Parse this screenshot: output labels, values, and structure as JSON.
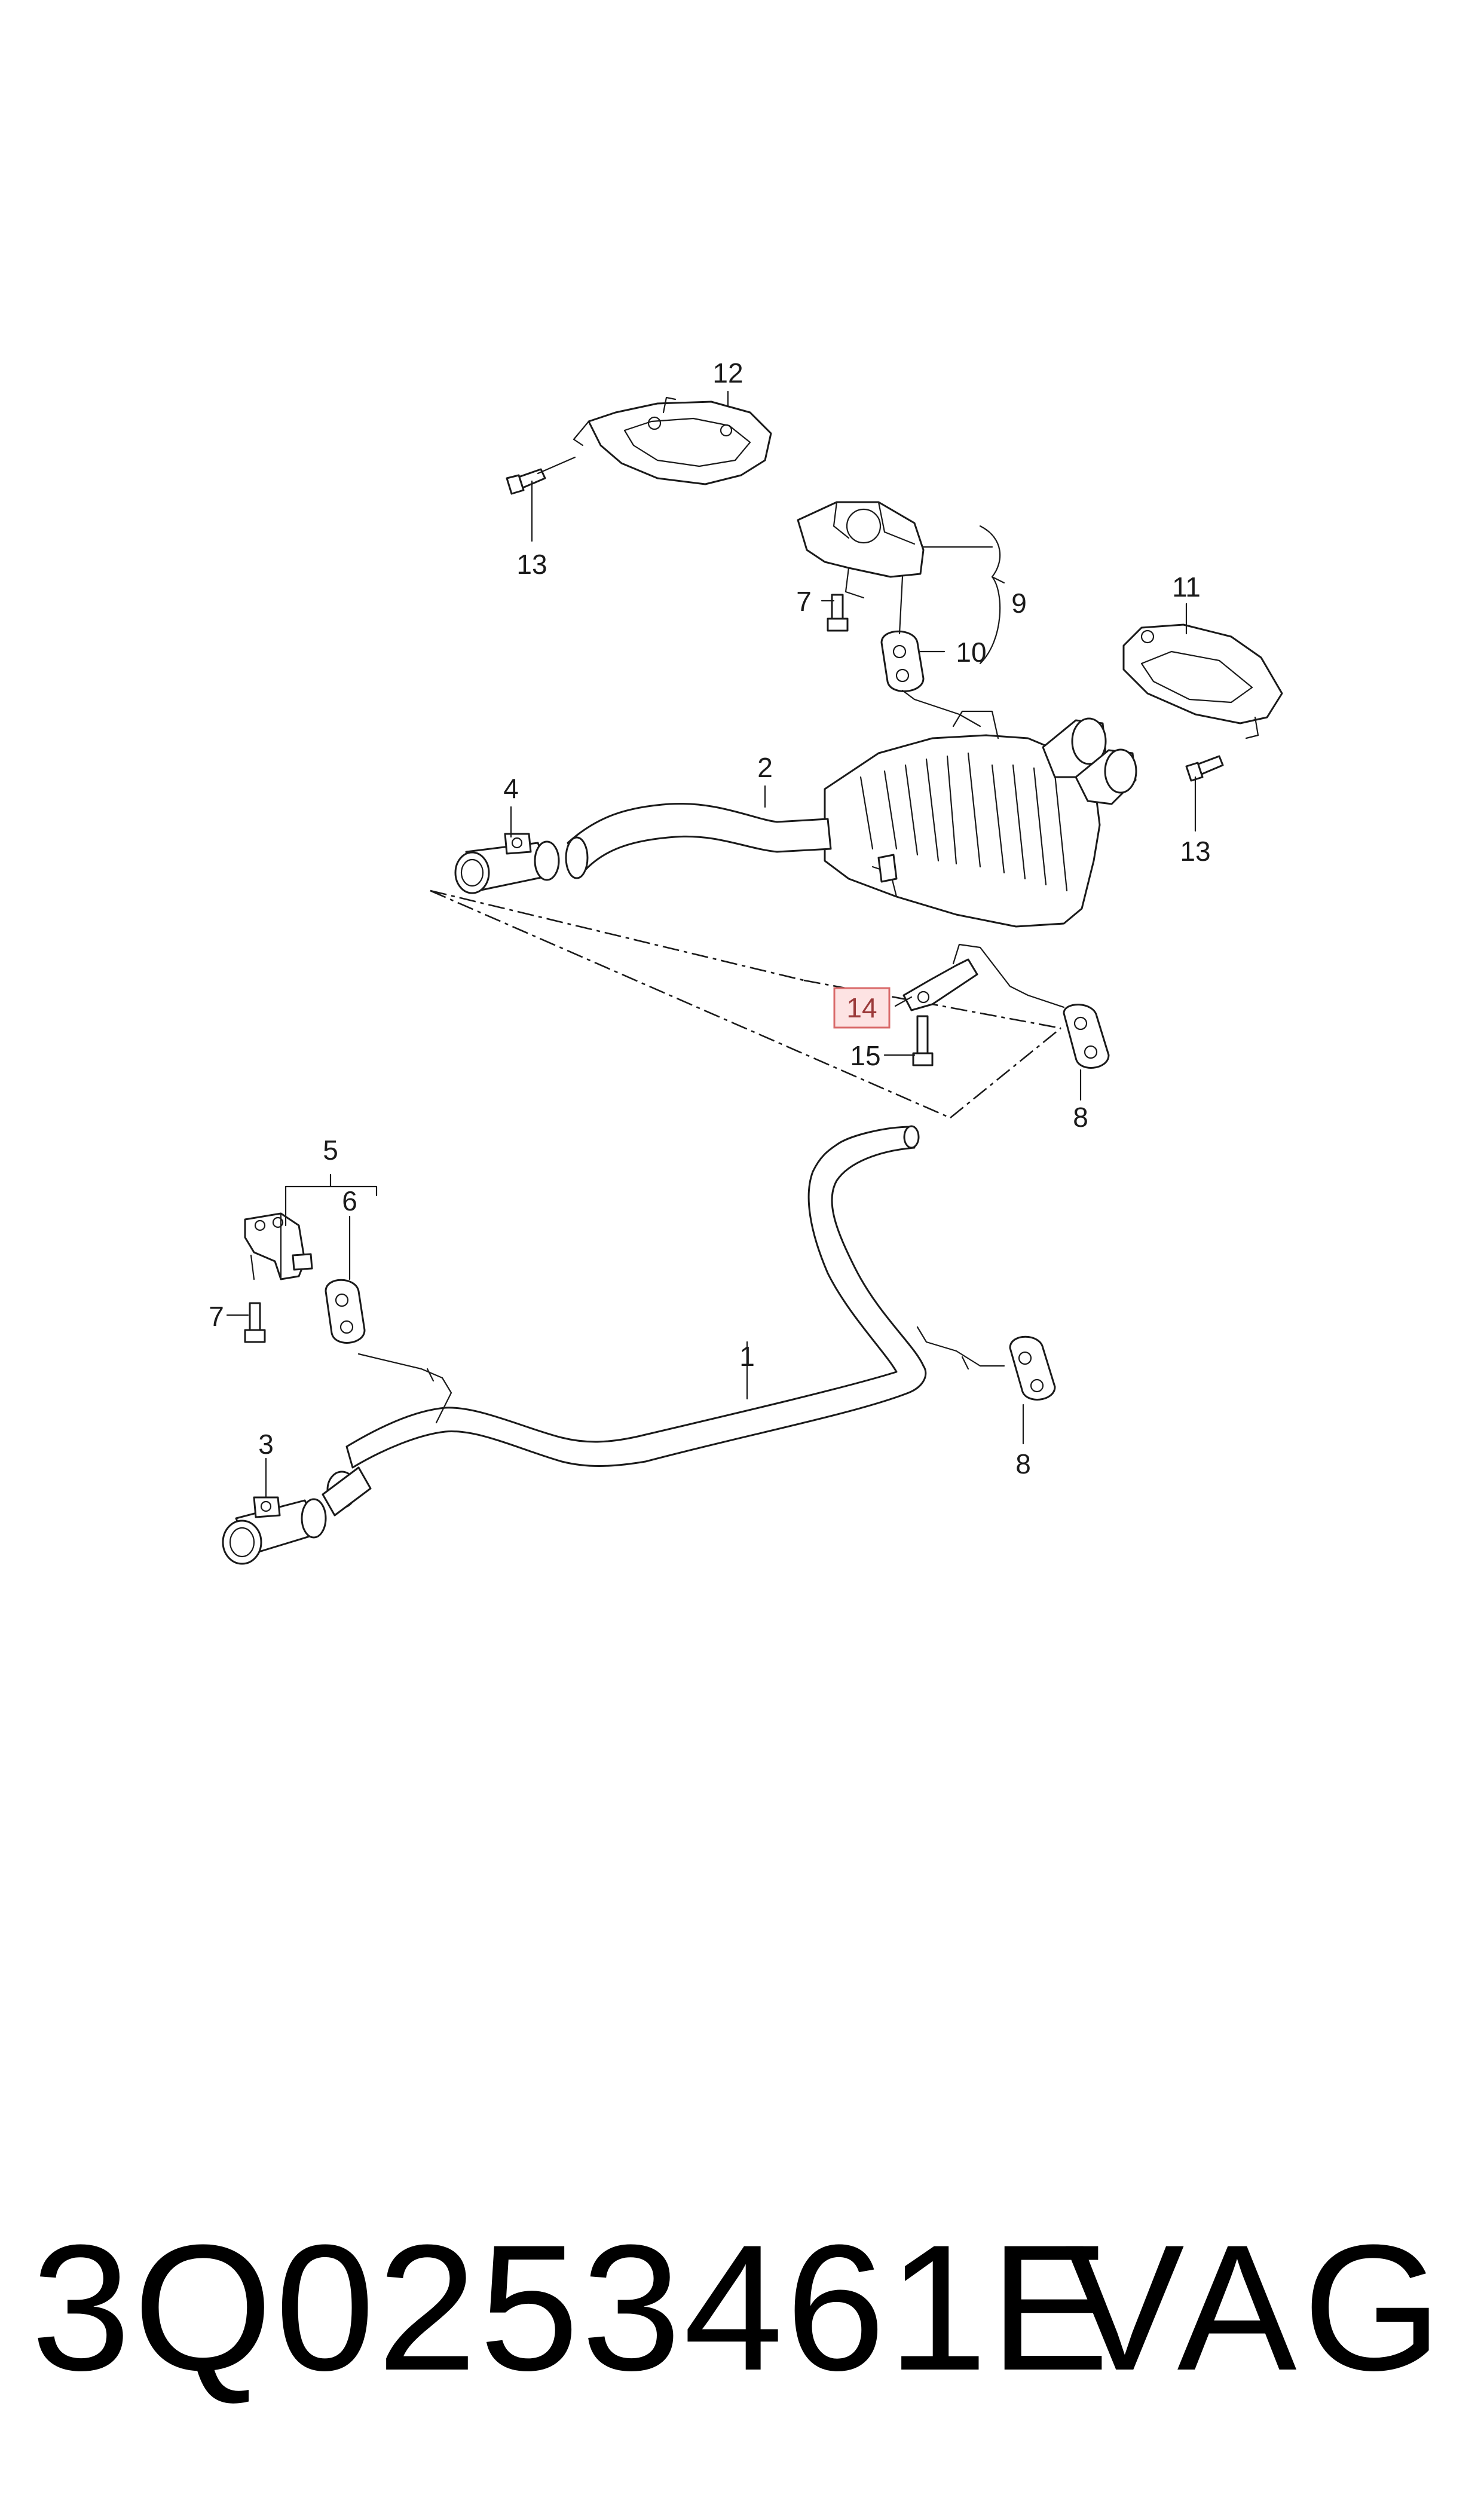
{
  "callouts": {
    "c1": "1",
    "c2": "2",
    "c3": "3",
    "c4": "4",
    "c5": "5",
    "c6": "6",
    "c7a": "7",
    "c7b": "7",
    "c8a": "8",
    "c8b": "8",
    "c9": "9",
    "c10": "10",
    "c11": "11",
    "c12": "12",
    "c13a": "13",
    "c13b": "13",
    "c14": "14",
    "c15": "15"
  },
  "highlighted_callout": "14",
  "colors": {
    "highlight_fill": "#fde3e3",
    "highlight_stroke": "#d96a6a",
    "line": "#1a1a1a"
  },
  "footer": {
    "part_number": "3Q0253461E",
    "brand": "VAG"
  }
}
